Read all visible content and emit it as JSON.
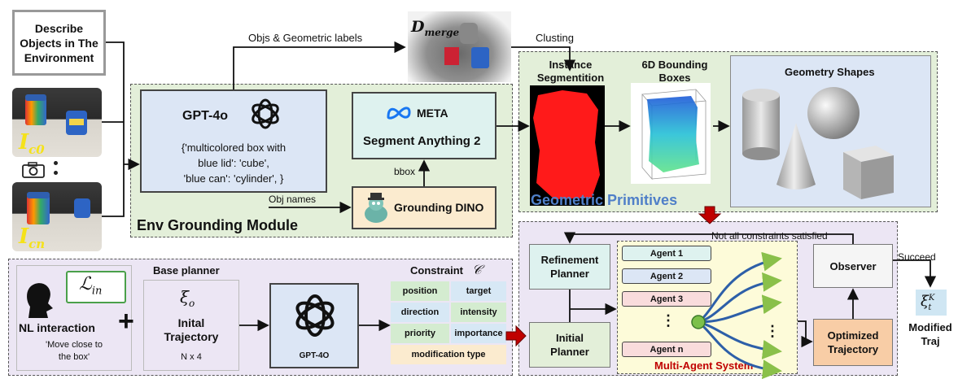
{
  "describe_box": {
    "lines": [
      "Describe",
      "Objects in The",
      "Environment"
    ]
  },
  "photos": {
    "first_label": "I",
    "first_sub": "c0",
    "last_label": "I",
    "last_sub": "cn"
  },
  "env_grounding": {
    "title": "Env Grounding Module",
    "gpt_title": "GPT-4o",
    "gpt_text": [
      "{'multicolored box with",
      "blue lid': 'cube',",
      "'blue can': 'cylinder', }"
    ],
    "meta_label": "META",
    "sam_label": "Segment Anything 2",
    "dino_label": "Grounding DINO",
    "bbox_label": "bbox",
    "obj_names_label": "Obj names"
  },
  "top_arrows": {
    "objs_label": "Objs & Geometric labels",
    "clusting_label": "Clusting",
    "dmerge_label": "D",
    "dmerge_sub": "merge"
  },
  "geo_primitives": {
    "title": "Geometric Primitives",
    "instance_title": [
      "Instance",
      "Segmentition"
    ],
    "bbox_title": [
      "6D Bounding",
      "Boxes"
    ],
    "shapes_title": "Geometry Shapes"
  },
  "base_planner": {
    "title": "Base planner",
    "nl_title": "NL interaction",
    "nl_quote": [
      "'Move close to",
      "the box'"
    ],
    "lin_label": "ℒ",
    "lin_sub": "in",
    "xi_label": "ξ",
    "xi_sub": "o",
    "traj_title": [
      "Inital",
      "Trajectory"
    ],
    "traj_size": "N x 4",
    "gpt_caption": "GPT-4O",
    "plus": "+"
  },
  "constraint": {
    "title": "Constraint",
    "symbol": "𝒞",
    "cells": [
      "position",
      "target",
      "direction",
      "intensity",
      "priority",
      "importance"
    ],
    "wide_cell": "modification type"
  },
  "multi_agent": {
    "title": "Multi-Agent System",
    "refinement": [
      "Refinement",
      "Planner"
    ],
    "initial": [
      "Initial",
      "Planner"
    ],
    "agents": [
      "Agent 1",
      "Agent 2",
      "Agent 3",
      "⋮",
      "Agent n"
    ],
    "observer": "Observer",
    "optimized": [
      "Optimized",
      "Trajectory"
    ],
    "not_all": "Not all constraints satisfied",
    "succeed": "Succeed"
  },
  "modified": {
    "symbol": "ξ",
    "sup": "K",
    "sub": "t",
    "label": [
      "Modified",
      "Traj"
    ]
  },
  "colors": {
    "green_bg": "#e3efd9",
    "purple_bg": "#ece6f4",
    "blue_box": "#dce6f5",
    "teal_box": "#def2ef",
    "dino_box": "#fbebcf",
    "yellow_bg": "#fdfbd9",
    "red_arrow": "#c00000",
    "geo_title": "#4f7fc8",
    "mas_title": "#c00000"
  }
}
